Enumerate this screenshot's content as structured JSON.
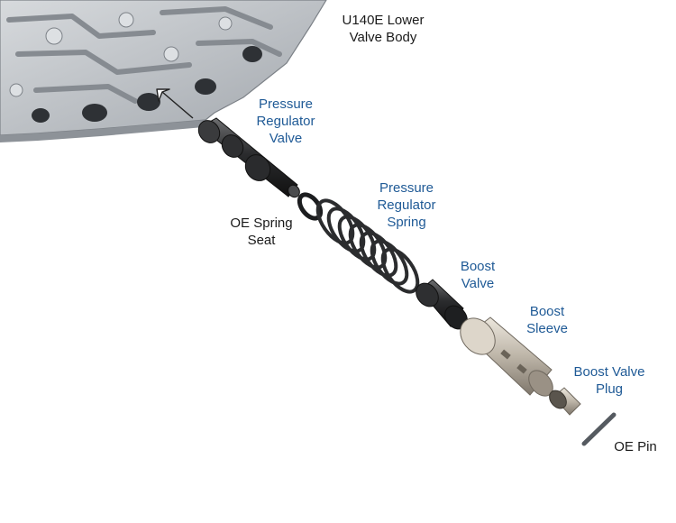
{
  "colors": {
    "part_label": "#1f5a96",
    "oe_label": "#1a1a1a",
    "valve_body": "#b9bec4",
    "steel_dark": "#2a2b2d",
    "aluminum": "#c9c2b6"
  },
  "labels": {
    "valve_body": [
      "U140E Lower",
      "Valve Body"
    ],
    "pressure_regulator_valve": [
      "Pressure",
      "Regulator",
      "Valve"
    ],
    "oe_spring_seat": [
      "OE Spring",
      "Seat"
    ],
    "pressure_regulator_spring": [
      "Pressure",
      "Regulator",
      "Spring"
    ],
    "boost_valve": [
      "Boost",
      "Valve"
    ],
    "boost_sleeve": [
      "Boost",
      "Sleeve"
    ],
    "boost_valve_plug": [
      "Boost Valve",
      "Plug"
    ],
    "oe_pin": [
      "OE Pin"
    ]
  }
}
